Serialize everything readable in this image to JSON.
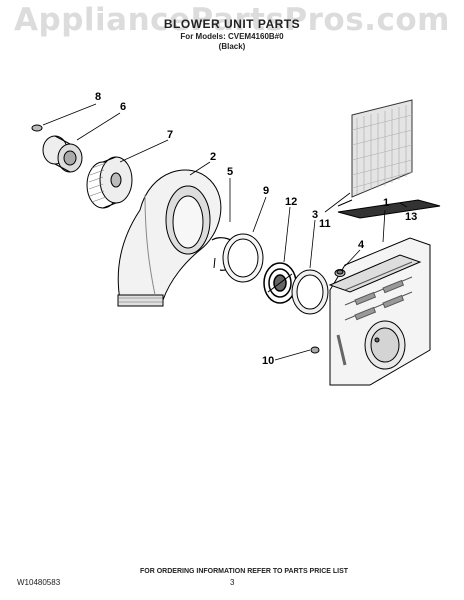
{
  "watermark": "AppliancePartsPros.com",
  "header": {
    "title": "BLOWER UNIT PARTS",
    "model_line": "For Models: CVEM4160B#0",
    "color_line": "(Black)"
  },
  "callouts": {
    "c1": "1",
    "c2": "2",
    "c3": "3",
    "c4": "4",
    "c5": "5",
    "c6": "6",
    "c7": "7",
    "c8": "8",
    "c9": "9",
    "c10": "10",
    "c11": "11",
    "c12": "12",
    "c13": "13"
  },
  "footer": {
    "doc_number": "W10480583",
    "ordering_note": "FOR ORDERING INFORMATION REFER TO PARTS PRICE LIST",
    "page_number": "3"
  }
}
